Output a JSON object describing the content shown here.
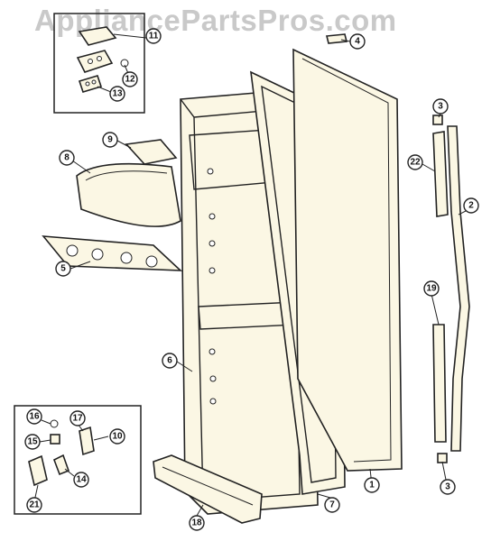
{
  "watermark": "AppliancePartsPros.com",
  "callouts": [
    "1",
    "2",
    "3",
    "4",
    "5",
    "6",
    "7",
    "8",
    "9",
    "10",
    "11",
    "12",
    "13",
    "14",
    "15",
    "16",
    "17",
    "18",
    "19",
    "21",
    "22"
  ]
}
